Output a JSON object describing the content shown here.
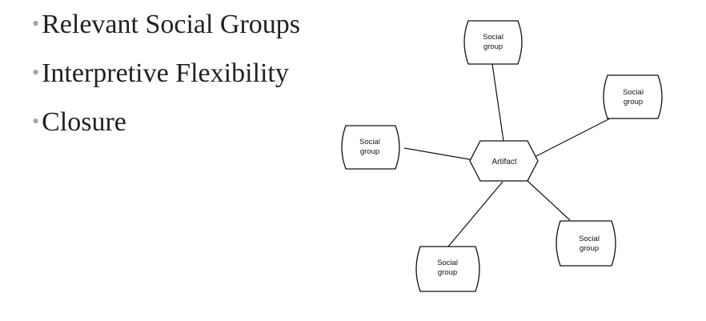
{
  "bullets": [
    "Relevant Social Groups",
    "Interpretive Flexibility",
    "Closure"
  ],
  "diagram": {
    "center": {
      "label": "Artifact"
    },
    "groups": [
      {
        "line1": "Social",
        "line2": "group"
      },
      {
        "line1": "Social",
        "line2": "group"
      },
      {
        "line1": "Social",
        "line2": "group"
      },
      {
        "line1": "Social",
        "line2": "group"
      },
      {
        "line1": "Social",
        "line2": "group"
      }
    ]
  },
  "colors": {
    "text": "#222222",
    "bullet": "#a6a6a6",
    "line": "#111111"
  }
}
